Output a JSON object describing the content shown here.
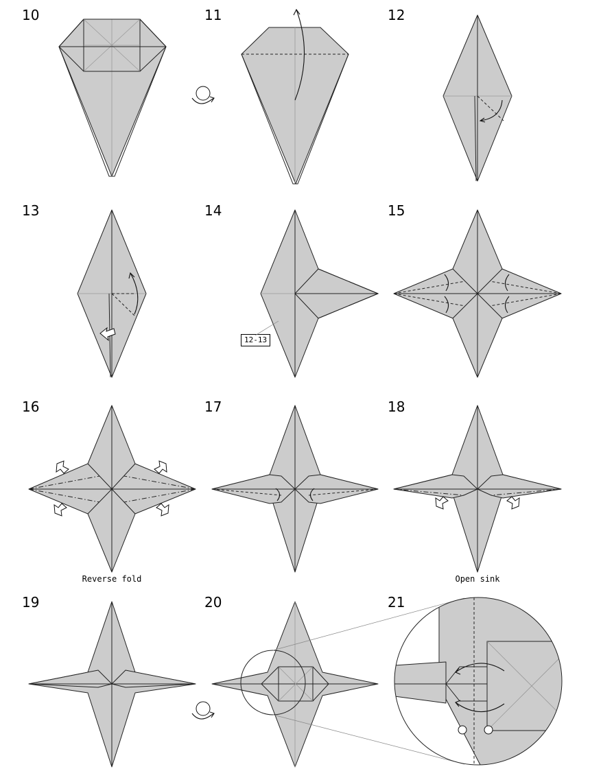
{
  "diagram": {
    "steps": [
      {
        "number": "10"
      },
      {
        "number": "11"
      },
      {
        "number": "12"
      },
      {
        "number": "13"
      },
      {
        "number": "14"
      },
      {
        "number": "15"
      },
      {
        "number": "16",
        "caption": "Reverse fold"
      },
      {
        "number": "17"
      },
      {
        "number": "18",
        "caption": "Open sink"
      },
      {
        "number": "19"
      },
      {
        "number": "20"
      },
      {
        "number": "21"
      }
    ],
    "reference_label": "12-13",
    "symbols": [
      "turn-over-symbol",
      "valley-fold-arrow",
      "push-arrow",
      "zoom-circle"
    ],
    "colors": {
      "paper": "#cccccc",
      "line": "#222222",
      "crease": "#9a9a9a"
    }
  }
}
